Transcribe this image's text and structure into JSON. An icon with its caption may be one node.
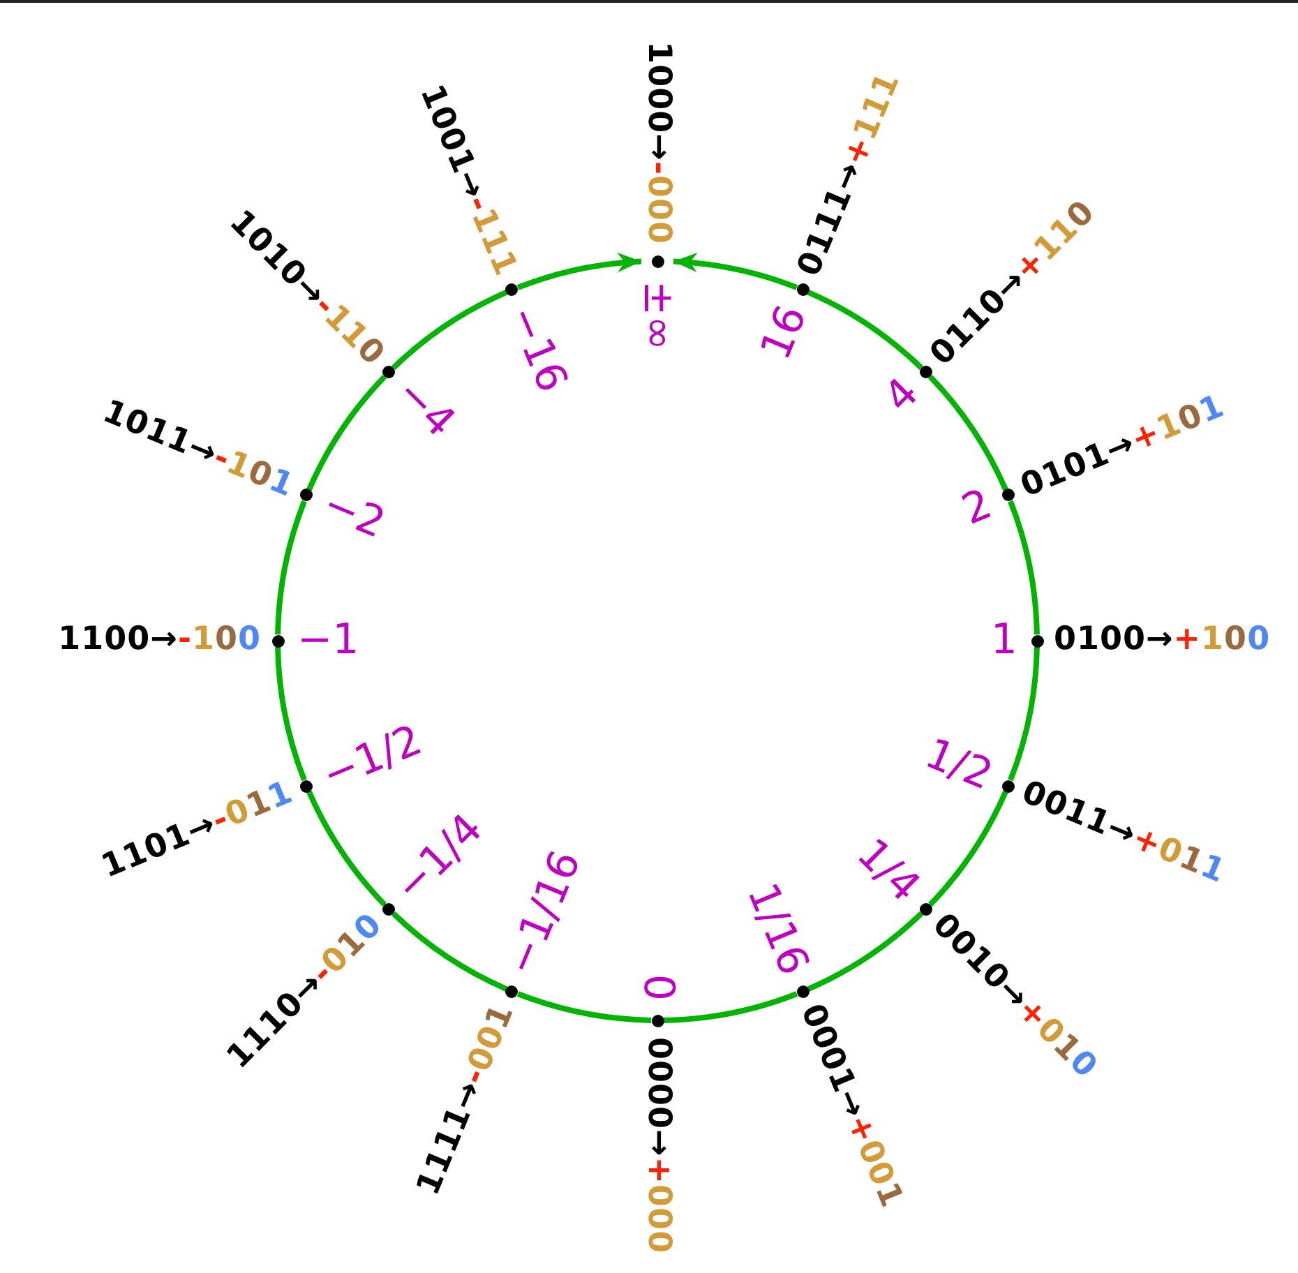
{
  "diagram": {
    "nodes": [
      {
        "text": [],
        "shape": "circle",
        "beside": [
          "±∞",
          "1000→-000"
        ]
      },
      {
        "text": [],
        "shape": "circle",
        "beside": [
          "16",
          "0111→+111"
        ]
      },
      {
        "text": [],
        "shape": "circle",
        "beside": [
          "4",
          "0110→+110"
        ]
      },
      {
        "text": [],
        "shape": "circle",
        "beside": [
          "2",
          "0101→+101"
        ]
      },
      {
        "text": [],
        "shape": "circle",
        "beside": [
          "1",
          "0100→+100"
        ]
      },
      {
        "text": [],
        "shape": "circle",
        "beside": [
          "1/2",
          "0011→+011"
        ]
      },
      {
        "text": [],
        "shape": "circle",
        "beside": [
          "1/4",
          "0010→+010"
        ]
      },
      {
        "text": [],
        "shape": "circle",
        "beside": [
          "1/16",
          "0001→+001"
        ]
      },
      {
        "text": [],
        "shape": "circle",
        "beside": [
          "0",
          "0000→+000"
        ]
      },
      {
        "text": [],
        "shape": "circle",
        "beside": [
          "−1/16",
          "1111→-001"
        ]
      },
      {
        "text": [],
        "shape": "circle",
        "beside": [
          "−1/4",
          "1110→-010"
        ]
      },
      {
        "text": [],
        "shape": "circle",
        "beside": [
          "−1/2",
          "1101→-011"
        ]
      },
      {
        "text": [],
        "shape": "circle",
        "beside": [
          "−1",
          "1100→-100"
        ]
      },
      {
        "text": [],
        "shape": "circle",
        "beside": [
          "−2",
          "1011→-101"
        ]
      },
      {
        "text": [],
        "shape": "circle",
        "beside": [
          "−4",
          "1010→-110"
        ]
      },
      {
        "text": [],
        "shape": "circle",
        "beside": [
          "−16",
          "1001→-111"
        ]
      }
    ],
    "edges": [
      {
        "from": 15,
        "to": 0,
        "arrow": "to"
      },
      {
        "from": 1,
        "to": 0,
        "arrow": "to"
      },
      {
        "from": 1,
        "to": 2,
        "arrow": "none"
      },
      {
        "from": 2,
        "to": 3,
        "arrow": "none"
      },
      {
        "from": 3,
        "to": 4,
        "arrow": "none"
      },
      {
        "from": 4,
        "to": 5,
        "arrow": "none"
      },
      {
        "from": 5,
        "to": 6,
        "arrow": "none"
      },
      {
        "from": 6,
        "to": 7,
        "arrow": "none"
      },
      {
        "from": 7,
        "to": 8,
        "arrow": "none"
      },
      {
        "from": 8,
        "to": 9,
        "arrow": "none"
      },
      {
        "from": 9,
        "to": 10,
        "arrow": "none"
      },
      {
        "from": 10,
        "to": 11,
        "arrow": "none"
      },
      {
        "from": 11,
        "to": 12,
        "arrow": "none"
      },
      {
        "from": 12,
        "to": 13,
        "arrow": "none"
      },
      {
        "from": 13,
        "to": 14,
        "arrow": "none"
      },
      {
        "from": 14,
        "to": 15,
        "arrow": "none"
      }
    ]
  }
}
